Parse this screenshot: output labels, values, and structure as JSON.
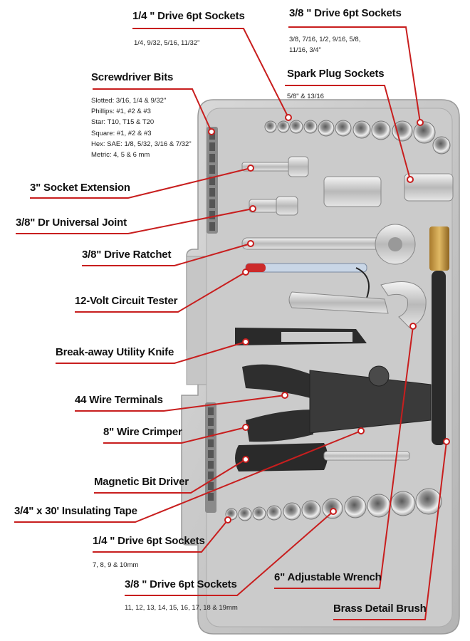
{
  "colors": {
    "leader": "#c81e1e",
    "case": "#bdbdbd",
    "tray": "#cfcfcf",
    "steel": "#d6d6d6"
  },
  "labels": {
    "drive14_top": {
      "title": "1/4 \" Drive 6pt Sockets",
      "sizes": "1/4, 9/32, 5/16, 11/32\""
    },
    "drive38_top": {
      "title": "3/8 \" Drive 6pt Sockets",
      "sizes_line1": "3/8, 7/16, 1/2, 9/16, 5/8,",
      "sizes_line2": "11/16, 3/4\""
    },
    "screwdriver_bits": {
      "title": "Screwdriver Bits",
      "lines": [
        "Slotted: 3/16, 1/4 & 9/32\"",
        "Phillips: #1, #2 & #3",
        "Star: T10, T15 & T20",
        "Square: #1, #2 & #3",
        "Hex: SAE: 1/8, 5/32, 3/16 & 7/32\"",
        "Metric: 4, 5 & 6 mm"
      ]
    },
    "spark_plug": {
      "title": "Spark Plug Sockets",
      "sizes": "5/8\" & 13/16"
    },
    "socket_extension": "3\" Socket Extension",
    "universal_joint": "3/8\" Dr Universal Joint",
    "ratchet": "3/8\" Drive Ratchet",
    "circuit_tester": "12-Volt Circuit Tester",
    "utility_knife": "Break-away Utility Knife",
    "wire_terminals": "44 Wire Terminals",
    "wire_crimper": "8\" Wire Crimper",
    "bit_driver": "Magnetic Bit Driver",
    "insulating_tape": "3/4\" x 30' Insulating Tape",
    "drive14_bottom": {
      "title": "1/4 \" Drive 6pt Sockets",
      "sizes": "7, 8, 9 & 10mm"
    },
    "drive38_bottom": {
      "title": "3/8 \" Drive 6pt Sockets",
      "sizes": "11, 12, 13, 14, 15, 16, 17, 18 & 19mm"
    },
    "adjustable_wrench": "6\" Adjustable Wrench",
    "brass_brush": "Brass Detail Brush"
  }
}
